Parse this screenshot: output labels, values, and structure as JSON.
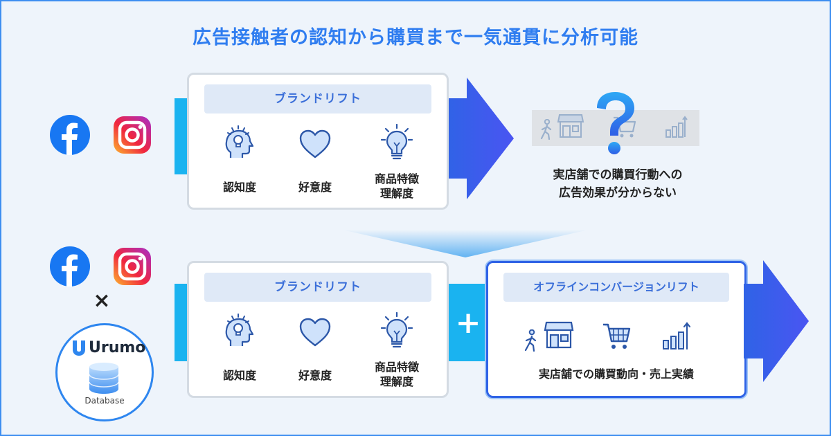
{
  "title": "広告接触者の認知から購買まで一気通貫に分析可能",
  "top": {
    "box_title": "ブランドリフト",
    "metrics": [
      "認知度",
      "好意度",
      "商品特徴\n理解度"
    ],
    "caption": "実店舗での購買行動への\n広告効果が分からない",
    "question_mark": "?"
  },
  "bottom": {
    "box_title": "ブランドリフト",
    "metrics": [
      "認知度",
      "好意度",
      "商品特徴\n理解度"
    ],
    "plus": "+",
    "times": "×",
    "offline_title": "オフラインコンバージョンリフト",
    "offline_caption": "実店舗での購買動向・売上実績",
    "urumo_label": "Urumo",
    "database_label": "Database"
  },
  "colors": {
    "accent_blue": "#2f7df0",
    "arrow_blue": "#3e5cef",
    "stub_cyan": "#1ab3f0",
    "facebook_blue": "#1877f2"
  }
}
